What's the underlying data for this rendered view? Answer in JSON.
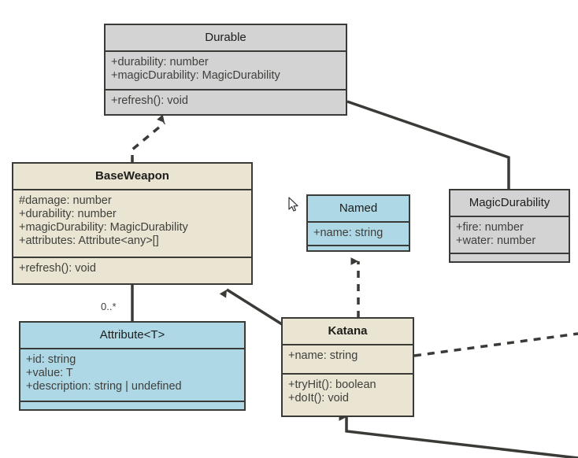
{
  "diagram": {
    "type": "uml-class-diagram",
    "colors": {
      "gray_fill": "#d3d3d3",
      "beige_fill": "#eae5d2",
      "blue_fill": "#aed8e6",
      "border": "#3a3a36",
      "text": "#3f3f3c",
      "background": "#ffffff"
    },
    "classes": [
      {
        "id": "durable",
        "name": "Durable",
        "fill": "gray",
        "bold_title": false,
        "attributes": [
          "+durability: number",
          "+magicDurability: MagicDurability"
        ],
        "methods": [
          "+refresh(): void"
        ]
      },
      {
        "id": "baseweapon",
        "name": "BaseWeapon",
        "fill": "beige",
        "bold_title": true,
        "attributes": [
          "#damage: number",
          "+durability: number",
          "+magicDurability: MagicDurability",
          "+attributes: Attribute<any>[]"
        ],
        "methods": [
          "+refresh(): void"
        ]
      },
      {
        "id": "named",
        "name": "Named",
        "fill": "blue",
        "bold_title": false,
        "attributes": [
          "+name: string"
        ],
        "methods": []
      },
      {
        "id": "magicdurability",
        "name": "MagicDurability",
        "fill": "gray",
        "bold_title": false,
        "attributes": [
          "+fire: number",
          "+water: number"
        ],
        "methods": []
      },
      {
        "id": "attribute",
        "name": "Attribute<T>",
        "fill": "blue",
        "bold_title": false,
        "attributes": [
          "+id: string",
          "+value: T",
          "+description: string | undefined"
        ],
        "methods": []
      },
      {
        "id": "katana",
        "name": "Katana",
        "fill": "beige",
        "bold_title": true,
        "attributes": [
          "+name: string"
        ],
        "methods": [
          "+tryHit(): boolean",
          "+doIt(): void"
        ]
      }
    ],
    "relationships": [
      {
        "id": "baseweapon-durable",
        "from": "baseweapon",
        "to": "durable",
        "style": "dashed",
        "arrow": "filled-triangle",
        "label": ""
      },
      {
        "id": "katana-named",
        "from": "katana",
        "to": "named",
        "style": "dashed",
        "arrow": "filled-triangle",
        "label": ""
      },
      {
        "id": "katana-baseweapon",
        "from": "katana",
        "to": "baseweapon",
        "style": "solid",
        "arrow": "filled-triangle",
        "label": ""
      },
      {
        "id": "baseweapon-attribute",
        "from": "baseweapon",
        "to": "attribute",
        "style": "solid",
        "arrow": "none",
        "label": "0..*"
      },
      {
        "id": "durable-magicdurability",
        "from": "durable",
        "to": "magicdurability",
        "style": "solid",
        "arrow": "none",
        "label": ""
      },
      {
        "id": "katana-offcanvas-right",
        "from": "katana",
        "to": "offscreen",
        "style": "dashed",
        "arrow": "none",
        "label": ""
      },
      {
        "id": "offcanvas-bottom-katana",
        "from": "offscreen",
        "to": "katana",
        "style": "solid",
        "arrow": "filled-triangle",
        "label": ""
      }
    ],
    "multiplicity_labels": [
      {
        "id": "baseweapon-attribute-mult",
        "text": "0..*"
      }
    ],
    "cursor": {
      "icon": "arrow-pointer"
    }
  }
}
